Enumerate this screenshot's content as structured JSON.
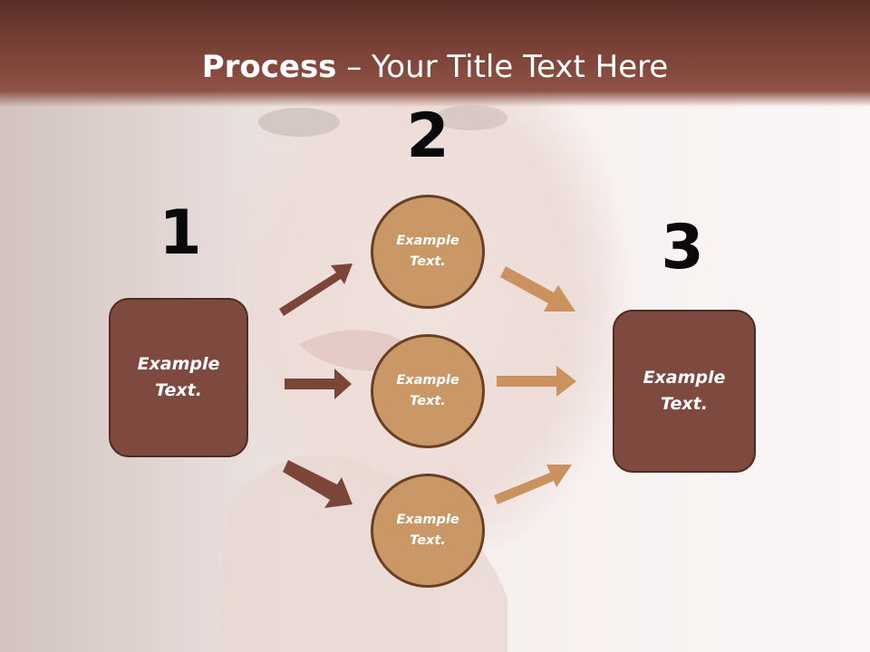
{
  "title": {
    "bold": "Process",
    "rest": " – Your Title Text Here"
  },
  "steps": [
    {
      "number": "1",
      "text": "Example Text."
    },
    {
      "number": "2",
      "items": [
        "Example Text.",
        "Example Text.",
        "Example Text."
      ]
    },
    {
      "number": "3",
      "text": "Example Text."
    }
  ],
  "colors": {
    "title_bar": "#7a4136",
    "box_fill": "#7e4a40",
    "circle_fill": "#c99866",
    "arrow_left": "#7b4538",
    "arrow_right": "#c9925e"
  }
}
